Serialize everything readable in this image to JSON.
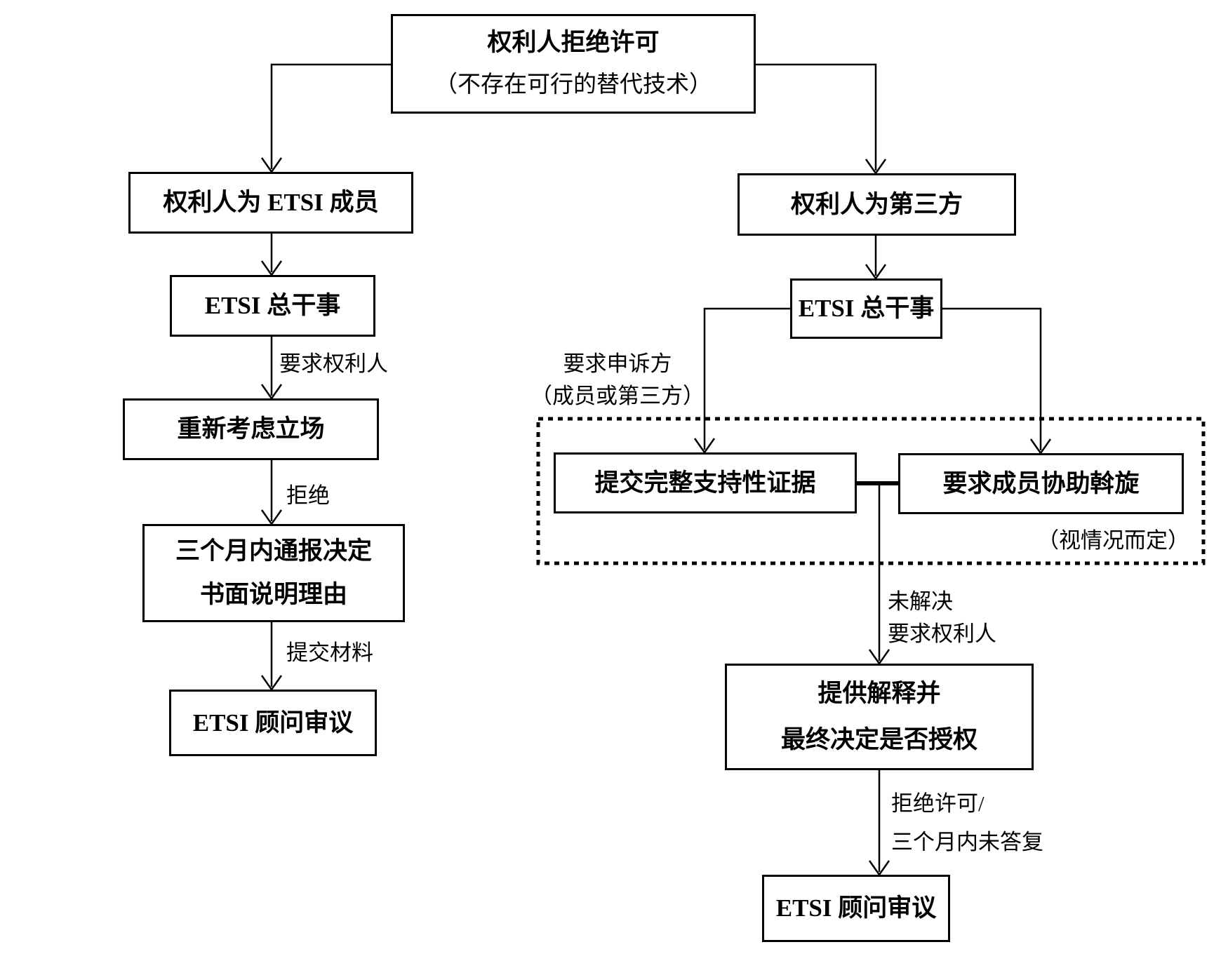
{
  "nodes": {
    "root": {
      "line1": "权利人拒绝许可",
      "line2": "（不存在可行的替代技术）"
    },
    "member_box": "权利人为 ETSI 成员",
    "dg_left": "ETSI 总干事",
    "reconsider": "重新考虑立场",
    "notify": {
      "line1": "三个月内通报决定",
      "line2": "书面说明理由"
    },
    "review_left": "ETSI 顾问审议",
    "third_party": "权利人为第三方",
    "dg_right": "ETSI 总干事",
    "evidence": "提交完整支持性证据",
    "mediation": "要求成员协助斡旋",
    "explain": {
      "line1": "提供解释并",
      "line2": "最终决定是否授权"
    },
    "review_right": "ETSI 顾问审议"
  },
  "labels": {
    "request_holder": "要求权利人",
    "refuse": "拒绝",
    "submit_materials": "提交材料",
    "appellant_line1": "要求申诉方",
    "appellant_line2": "（成员或第三方）",
    "case_by_case": "（视情况而定）",
    "unresolved_line1": "未解决",
    "unresolved_line2": "要求权利人",
    "refuse_license_line1": "拒绝许可/",
    "refuse_license_line2": "三个月内未答复"
  },
  "style": {
    "line_color": "#000000",
    "background": "#ffffff"
  }
}
